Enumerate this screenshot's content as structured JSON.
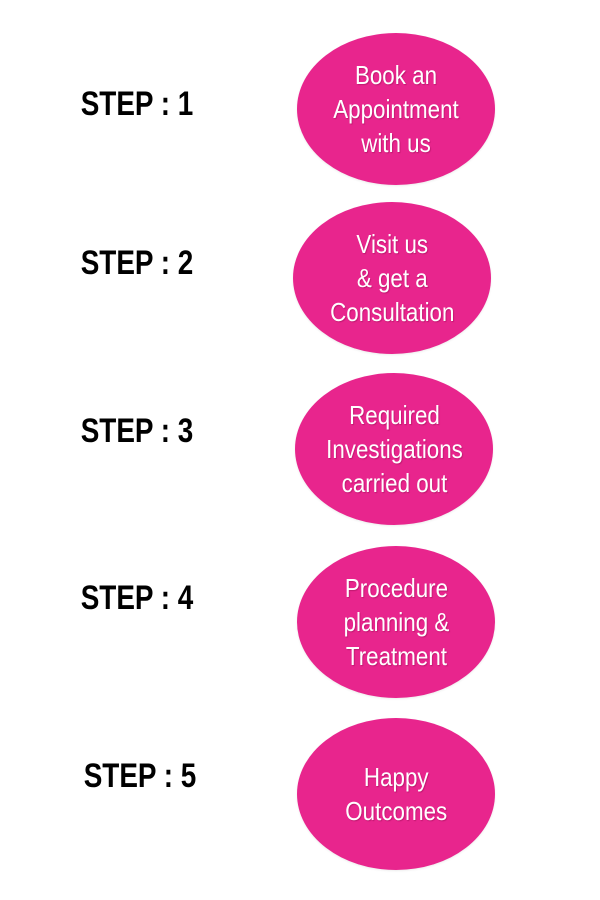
{
  "steps": [
    {
      "label": "STEP : 1",
      "text": "Book an\nAppointment\nwith us"
    },
    {
      "label": "STEP : 2",
      "text": "Visit us\n& get a\nConsultation"
    },
    {
      "label": "STEP : 3",
      "text": "Required\nInvestigations\ncarried out"
    },
    {
      "label": "STEP : 4",
      "text": "Procedure\nplanning &\nTreatment"
    },
    {
      "label": "STEP : 5",
      "text": "Happy\nOutcomes"
    }
  ],
  "colors": {
    "bubble": "#e8258d",
    "label": "#000000",
    "bubble_text": "#ffffff"
  }
}
